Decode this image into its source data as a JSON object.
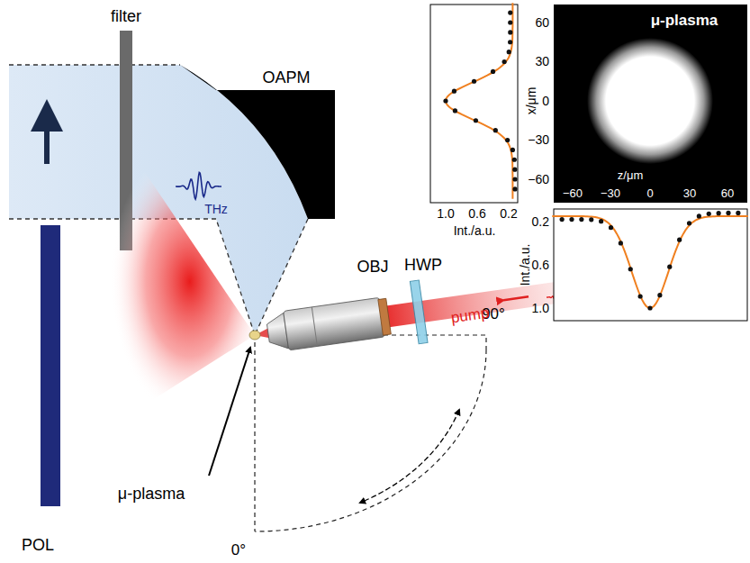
{
  "diagram": {
    "labels": [
      "filter",
      "OAPM",
      "THz",
      "OBJ",
      "HWP",
      "90°",
      "pump",
      "μ-plasma",
      "POL",
      "0°",
      "μ-plasma",
      "x/μm",
      "60",
      "30",
      "0",
      "−30",
      "−60",
      "−60",
      "−30",
      "0",
      "30",
      "60",
      "z/μm",
      "1.0",
      "0.6",
      "0.2",
      "Int./a.u.",
      "Int./a.u.",
      "0.2",
      "0.6",
      "1.0"
    ]
  }
}
